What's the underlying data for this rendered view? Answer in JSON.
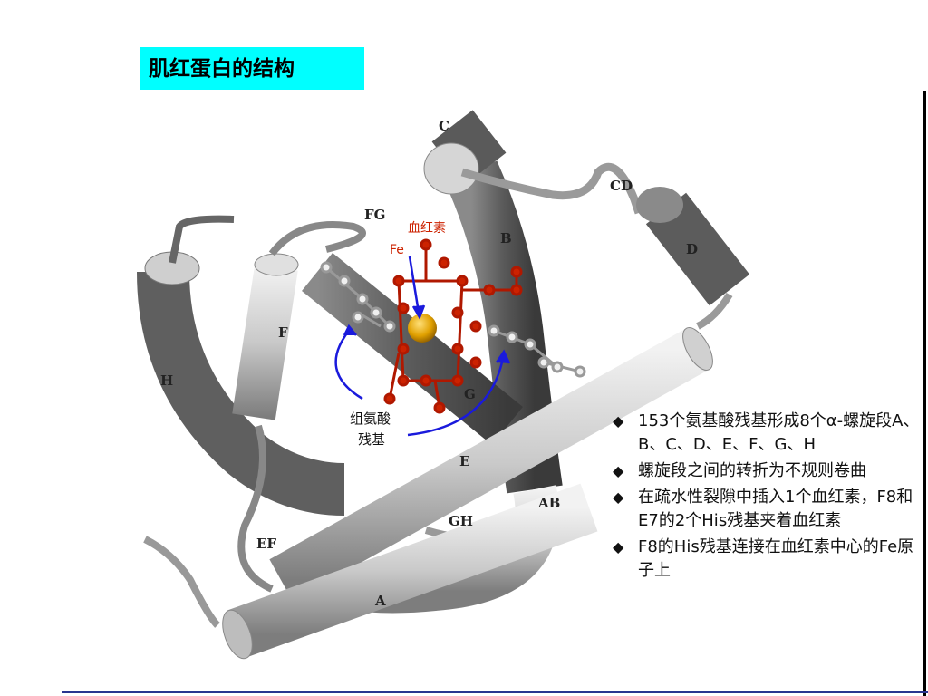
{
  "title": "肌红蛋白的结构",
  "figure_labels": {
    "C": "C",
    "CD": "CD",
    "D": "D",
    "B": "B",
    "FG": "FG",
    "heme": "血红素",
    "fe": "Fe",
    "F": "F",
    "H": "H",
    "G": "G",
    "his_line1": "组氨酸",
    "his_line2": "残基",
    "E": "E",
    "AB": "AB",
    "GH": "GH",
    "EF": "EF",
    "A": "A"
  },
  "bullets": [
    "153个氨基酸残基形成8个α-螺旋段A、B、C、D、E、F、G、H",
    "螺旋段之间的转折为不规则卷曲",
    "在疏水性裂隙中插入1个血红素，F8和E7的2个His残基夹着血红素",
    "F8的His残基连接在血红素中心的Fe原子上"
  ],
  "colors": {
    "title_bg": "#00ffff",
    "heme": "#cc2200",
    "fe": "#e0a000",
    "arrow": "#1a1adc",
    "helix_light": "#d8d8d8",
    "helix_dark": "#555555"
  },
  "icons": {
    "bullet": "diamond-icon"
  }
}
